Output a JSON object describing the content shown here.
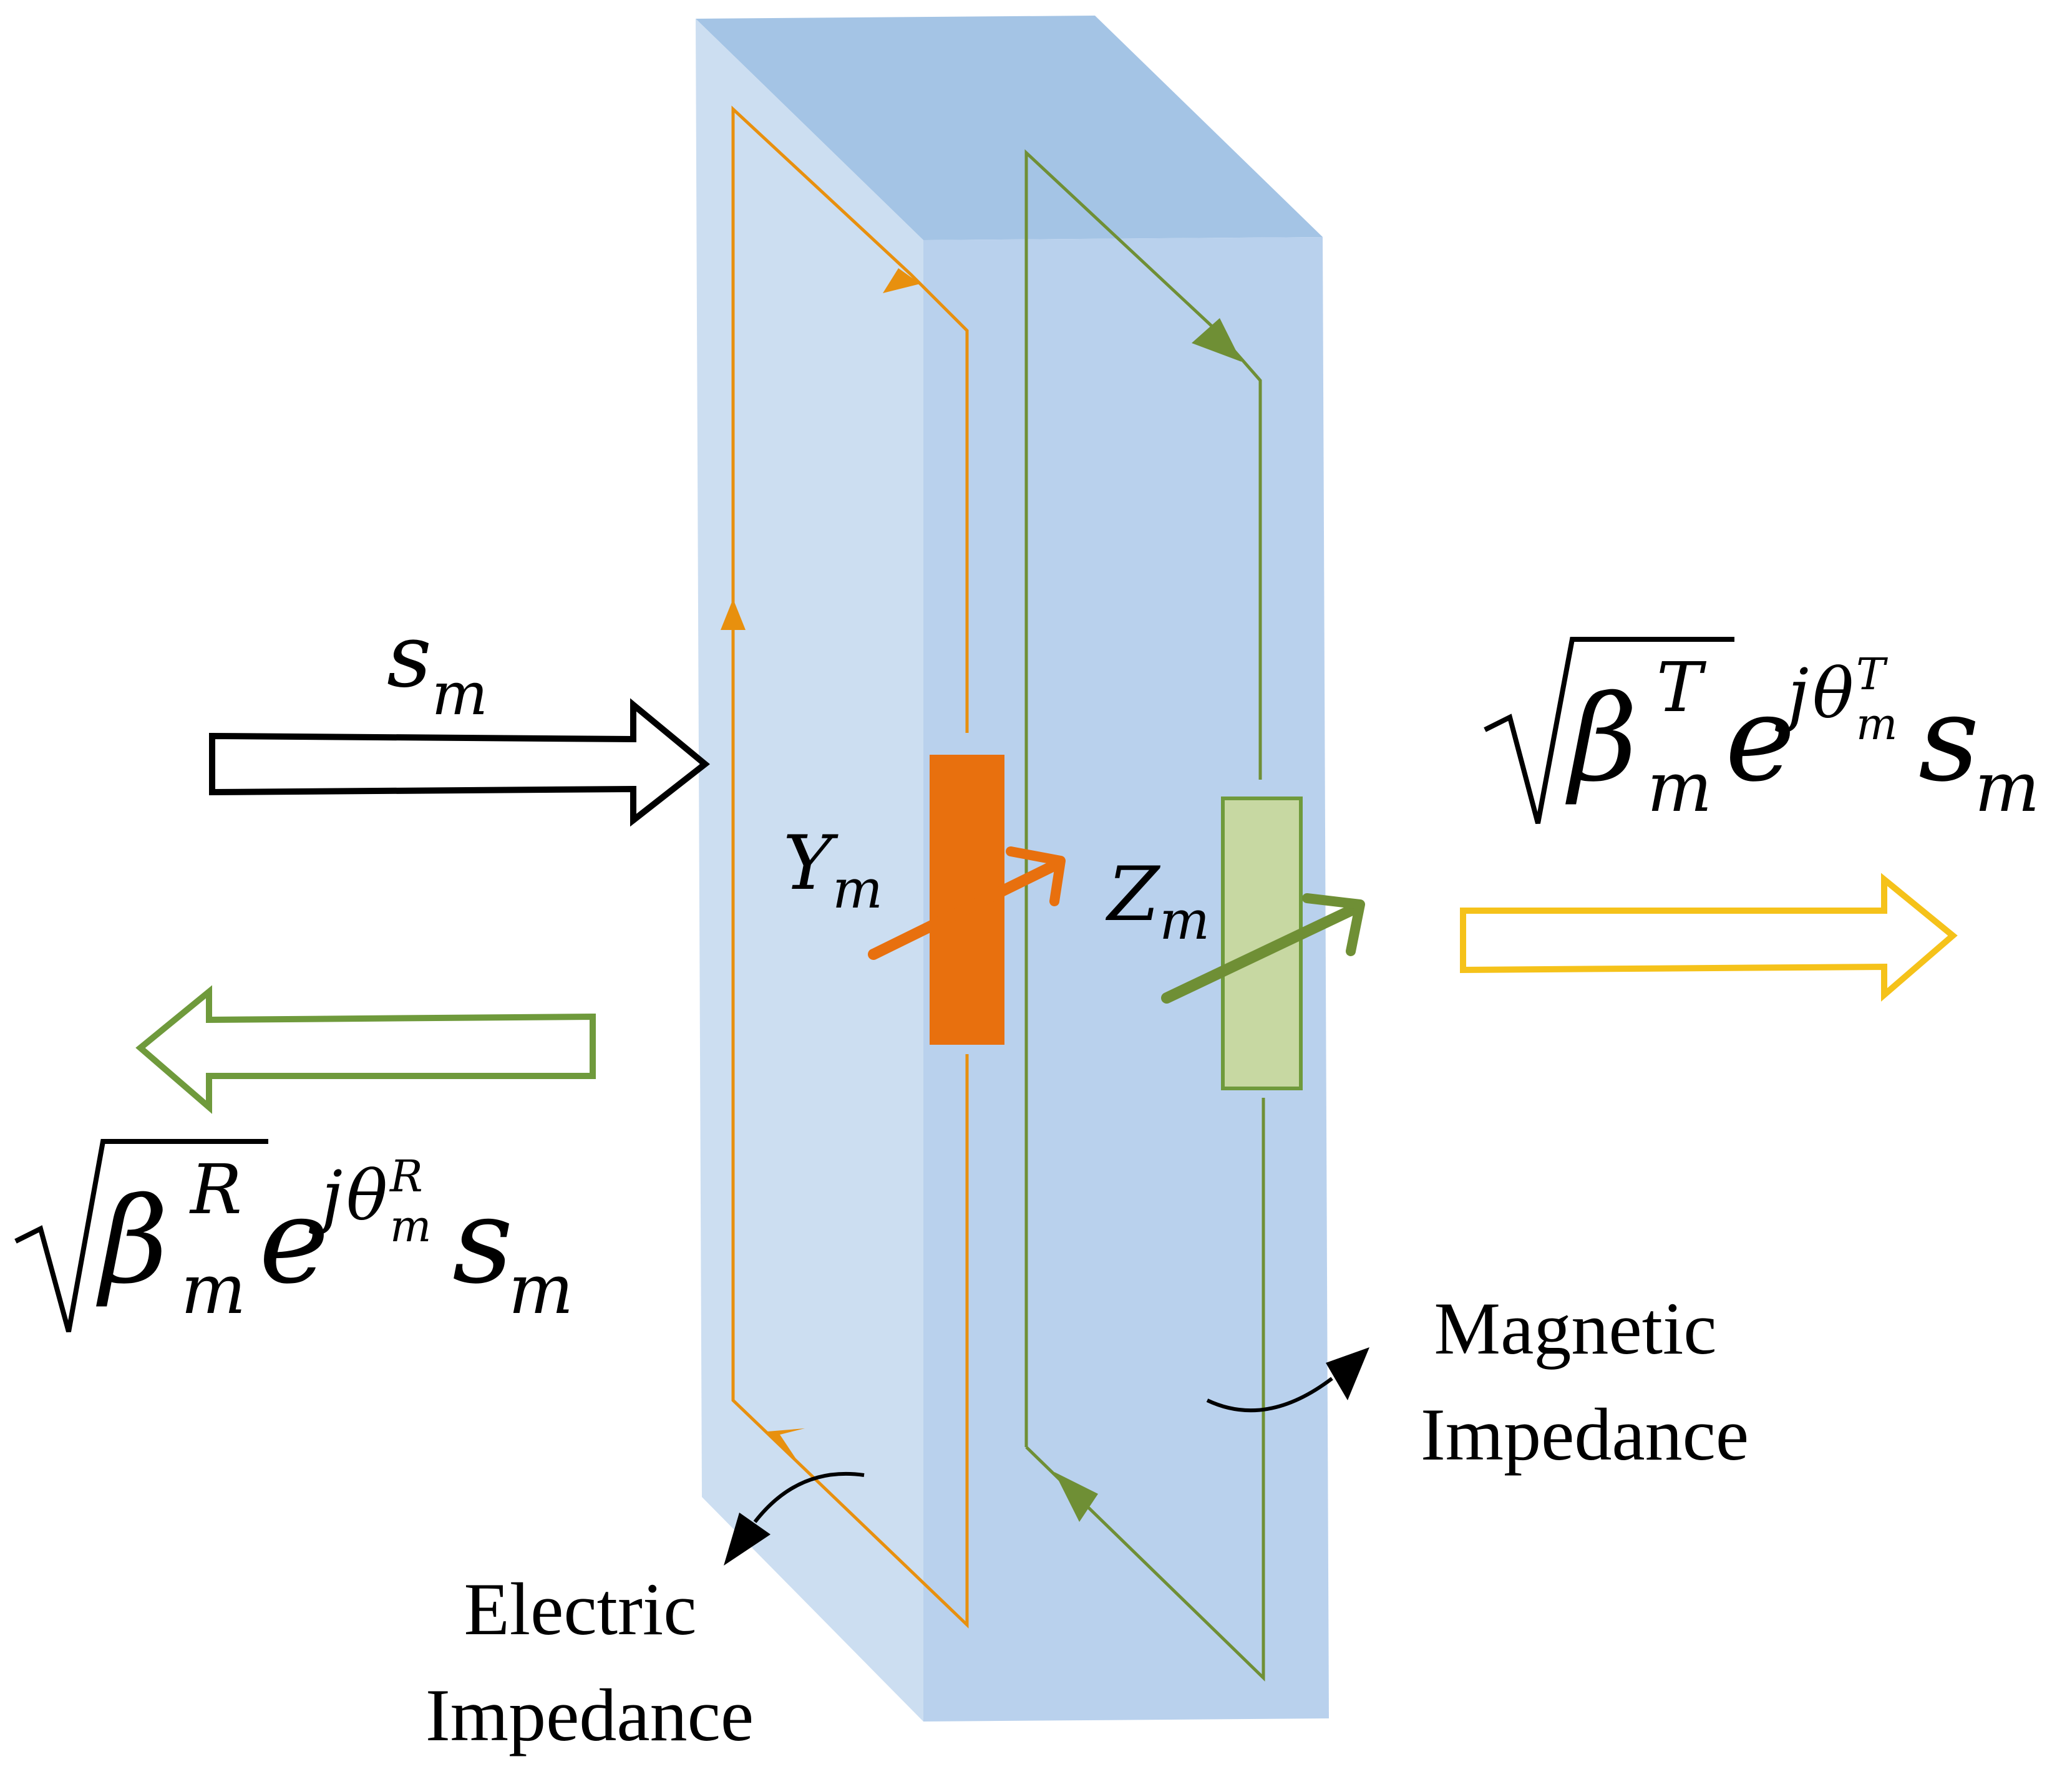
{
  "colors": {
    "slab_front": "#c9dcf0",
    "slab_side": "#b5cfec",
    "slab_top": "#9fc1e4",
    "electric_loop": "#e8900e",
    "magnetic_loop": "#6f8f35",
    "admittance_block": "#e8700e",
    "impedance_block": "#c7d8a2",
    "impedance_block_edge": "#6f9a3c",
    "incident_arrow": "#000000",
    "reflected_arrow": "#6f9a3c",
    "transmitted_arrow": "#f5c21a"
  },
  "labels": {
    "incident": {
      "base": "s",
      "sub": "m"
    },
    "transmitted": {
      "beta": "β",
      "beta_sup": "T",
      "beta_sub": "m",
      "exp": "e",
      "exp_j": "j",
      "theta": "θ",
      "theta_sub": "m",
      "theta_sup": "T",
      "s": "s",
      "s_sub": "m"
    },
    "reflected": {
      "beta": "β",
      "beta_sup": "R",
      "beta_sub": "m",
      "exp": "e",
      "exp_j": "j",
      "theta": "θ",
      "theta_sub": "m",
      "theta_sup": "R",
      "s": "s",
      "s_sub": "m"
    },
    "admittance": {
      "base": "Y",
      "sub": "m"
    },
    "impedance": {
      "base": "Z",
      "sub": "m"
    },
    "magnetic_impedance": [
      "Magnetic",
      "Impedance"
    ],
    "electric_impedance": [
      "Electric",
      "Impedance"
    ]
  },
  "icons": {
    "incident_arrow": "hollow-right-arrow",
    "reflected_arrow": "hollow-left-arrow",
    "transmitted_arrow": "hollow-right-arrow",
    "tunable_arrow": "diagonal-arrow",
    "pointer_arrow": "curved-arrow"
  }
}
